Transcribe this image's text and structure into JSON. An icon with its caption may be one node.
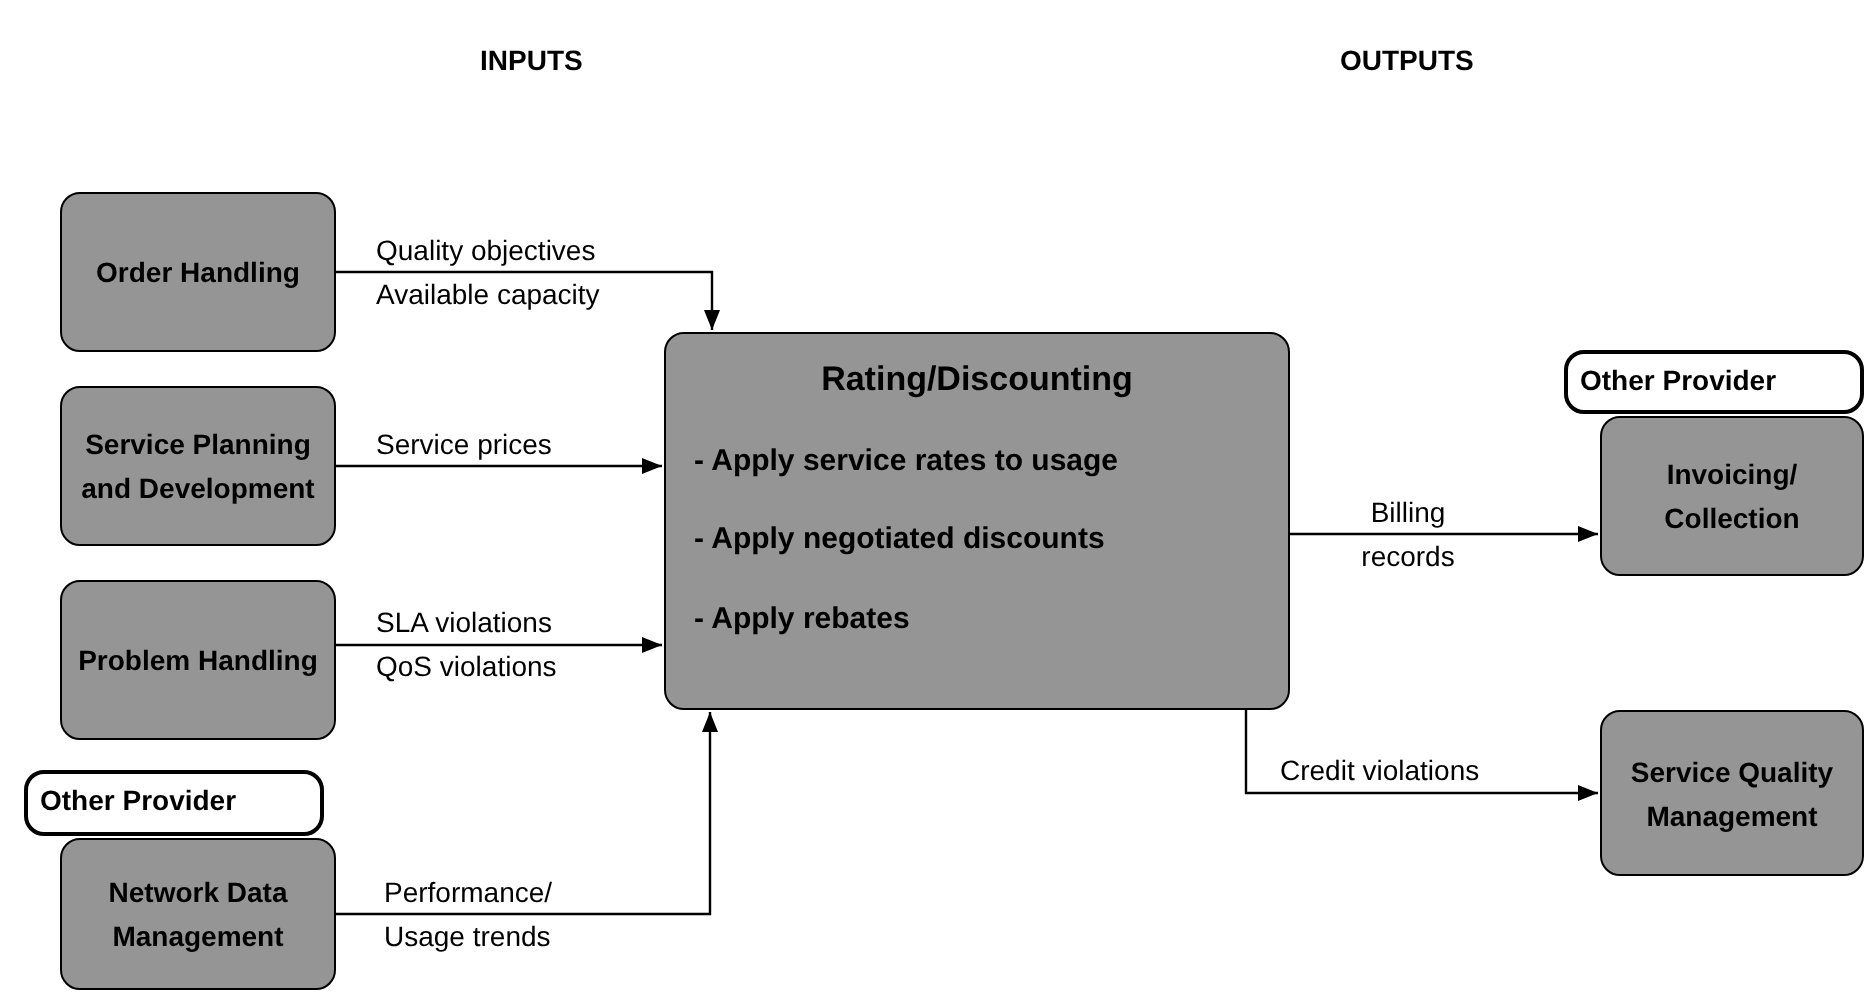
{
  "diagram": {
    "nodes": [
      {
        "text": [
          "Order Handling"
        ]
      },
      {
        "text": [
          "Service Planning and Development"
        ]
      },
      {
        "text": [
          "Problem Handling"
        ]
      },
      {
        "text": [
          "Other Provider"
        ]
      },
      {
        "text": [
          "Network Data Management"
        ]
      },
      {
        "text": [
          "Rating/Discounting",
          "- Apply service rates to usage",
          "- Apply negotiated discounts",
          "- Apply rebates"
        ]
      },
      {
        "text": [
          "Other Provider"
        ]
      },
      {
        "text": [
          "Invoicing/ Collection"
        ]
      },
      {
        "text": [
          "Service Quality Management"
        ]
      }
    ],
    "edges": [
      {
        "from": 0,
        "to": 5,
        "arrow": "to",
        "label": "Quality objectives Available capacity"
      },
      {
        "from": 1,
        "to": 5,
        "arrow": "to",
        "label": "Service prices"
      },
      {
        "from": 2,
        "to": 5,
        "arrow": "to",
        "label": "SLA violations QoS violations"
      },
      {
        "from": 4,
        "to": 5,
        "arrow": "to",
        "label": "Performance/ Usage trends"
      },
      {
        "from": 5,
        "to": 7,
        "arrow": "to",
        "label": "Billing records"
      },
      {
        "from": 5,
        "to": 8,
        "arrow": "to",
        "label": "Credit violations"
      }
    ],
    "labels": [
      "INPUTS",
      "OUTPUTS"
    ]
  }
}
